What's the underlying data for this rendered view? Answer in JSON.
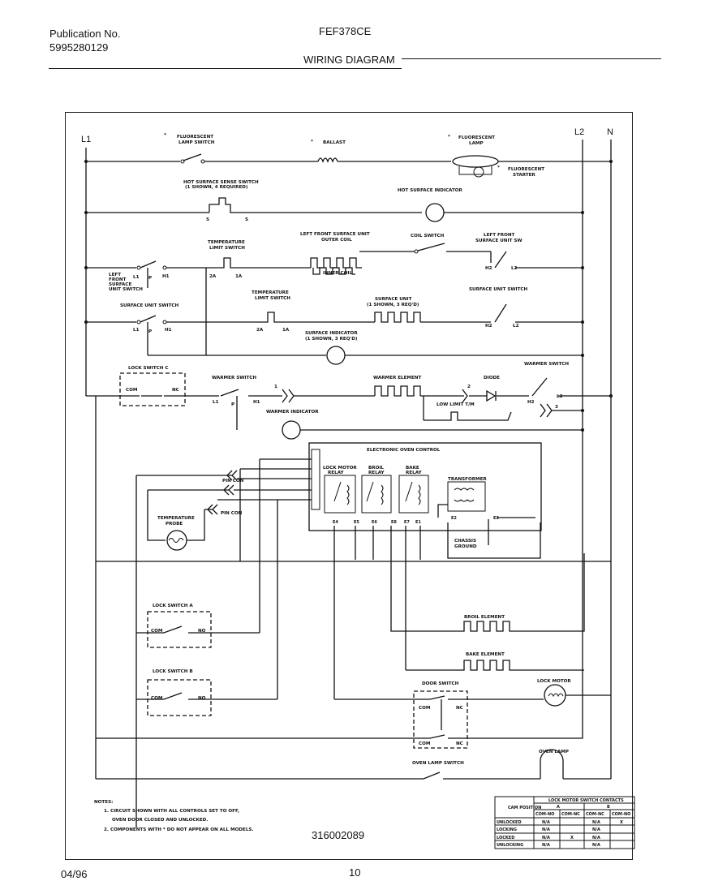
{
  "header": {
    "publication_label": "Publication No.",
    "publication_number": "5995280129",
    "model": "FEF378CE",
    "title": "WIRING DIAGRAM"
  },
  "footer": {
    "date": "04/96",
    "page": "10"
  },
  "diagram": {
    "line_l1": "L1",
    "line_l2": "L2",
    "line_n": "N",
    "part_number": "316002089",
    "labels": {
      "fluorescent_lamp_switch": [
        "FLUORESCENT",
        "LAMP SWITCH"
      ],
      "ballast": "BALLAST",
      "fluorescent_lamp": [
        "FLUORESCENT",
        "LAMP"
      ],
      "fluorescent_starter": [
        "FLUORESCENT",
        "STARTER"
      ],
      "hot_surface_sense_switch": [
        "HOT SURFACE SENSE SWITCH",
        "(1 SHOWN, 4 REQUIRED)"
      ],
      "hot_surface_indicator": "HOT SURFACE INDICATOR",
      "temp_limit_switch_1": [
        "TEMPERATURE",
        "LIMIT SWITCH"
      ],
      "left_front_outer_coil": [
        "LEFT FRONT SURFACE UNIT",
        "OUTER COIL"
      ],
      "inner_coil": "INNER COIL",
      "coil_switch": "COIL SWITCH",
      "left_front_surface_unit_switch": [
        "LEFT FRONT",
        "SURFACE UNIT SW"
      ],
      "left_front_unit_switch": [
        "LEFT",
        "FRONT",
        "SURFACE",
        "UNIT SWITCH"
      ],
      "surface_unit_switch_left": "SURFACE UNIT SWITCH",
      "temp_limit_switch_2": [
        "TEMPERATURE",
        "LIMIT SWITCH"
      ],
      "surface_unit": [
        "SURFACE UNIT",
        "(1 SHOWN, 3 REQ'D)"
      ],
      "surface_unit_switch_right": "SURFACE UNIT SWITCH",
      "surface_indicator": [
        "SURFACE INDICATOR",
        "(1 SHOWN, 3 REQ'D)"
      ],
      "lock_switch_c": "LOCK SWITCH C",
      "warmer_switch_left": "WARMER SWITCH",
      "warmer_element": "WARMER ELEMENT",
      "diode": "DIODE",
      "warmer_switch_right": "WARMER SWITCH",
      "low_limit_tm": "LOW LIMIT T/M",
      "warmer_indicator": "WARMER INDICATOR",
      "electronic_oven_control": "ELECTRONIC OVEN CONTROL",
      "lock_motor_relay": [
        "LOCK MOTOR",
        "RELAY"
      ],
      "broil_relay": [
        "BROIL",
        "RELAY"
      ],
      "bake_relay": [
        "BAKE",
        "RELAY"
      ],
      "transformer": "TRANSFORMER",
      "pin_con_1": "PIN CON",
      "pin_con_2": "PIN CON",
      "temperature_probe": [
        "TEMPERATURE",
        "PROBE"
      ],
      "chassis_ground": [
        "CHASSIS",
        "GROUND"
      ],
      "lock_switch_a": "LOCK SWITCH A",
      "lock_switch_b": "LOCK SWITCH B",
      "broil_element": "BROIL ELEMENT",
      "bake_element": "BAKE ELEMENT",
      "door_switch": "DOOR SWITCH",
      "lock_motor": "LOCK MOTOR",
      "oven_lamp": "OVEN LAMP",
      "oven_lamp_switch": "OVEN LAMP SWITCH",
      "com": "COM",
      "no": "NO",
      "nc": "NC"
    },
    "notes": [
      "NOTES:",
      "1. CIRCUIT SHOWN WITH ALL CONTROLS SET TO OFF,",
      "OVEN DOOR CLOSED AND UNLOCKED.",
      "2. COMPONENTS WITH * DO NOT APPEAR ON ALL MODELS."
    ],
    "contact_table": {
      "title": "LOCK MOTOR SWITCH CONTACTS",
      "col_header": "CAM POSITION",
      "groups": [
        "A",
        "B"
      ],
      "subheaders": [
        "COM-NO",
        "COM-NC",
        "COM-NC",
        "COM-NO"
      ],
      "rows": [
        {
          "position": "UNLOCKED",
          "cells": [
            "N/A",
            "",
            "N/A",
            "X"
          ]
        },
        {
          "position": "LOCKING",
          "cells": [
            "N/A",
            "",
            "N/A",
            ""
          ]
        },
        {
          "position": "LOCKED",
          "cells": [
            "N/A",
            "X",
            "N/A",
            ""
          ]
        },
        {
          "position": "UNLOCKING",
          "cells": [
            "N/A",
            "",
            "N/A",
            ""
          ]
        }
      ]
    }
  }
}
